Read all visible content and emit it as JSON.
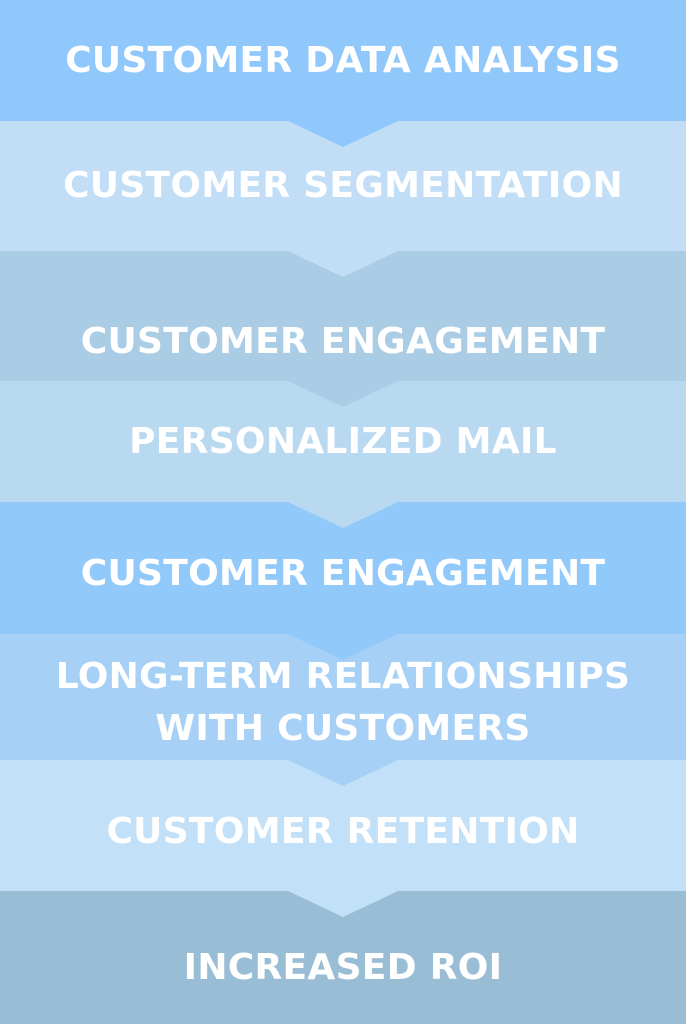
{
  "steps": [
    {
      "label": "CUSTOMER DATA ANALYSIS",
      "color": "#90c8fb"
    },
    {
      "label": "CUSTOMER SEGMENTATION",
      "color": "#c1def6"
    },
    {
      "label": "CUSTOMER ENGAGEMENT",
      "color": "#aacde5"
    },
    {
      "label": "PERSONALIZED MAIL",
      "color": "#b9d9f1"
    },
    {
      "label": "CUSTOMER ENGAGEMENT",
      "color": "#91c9fb"
    },
    {
      "label": "LONG-TERM RELATIONSHIPS\nWITH CUSTOMERS",
      "color": "#a6d0f5"
    },
    {
      "label": "CUSTOMER RETENTION",
      "color": "#c2e0f8"
    },
    {
      "label": "INCREASED ROI",
      "color": "#9abdd6"
    }
  ]
}
